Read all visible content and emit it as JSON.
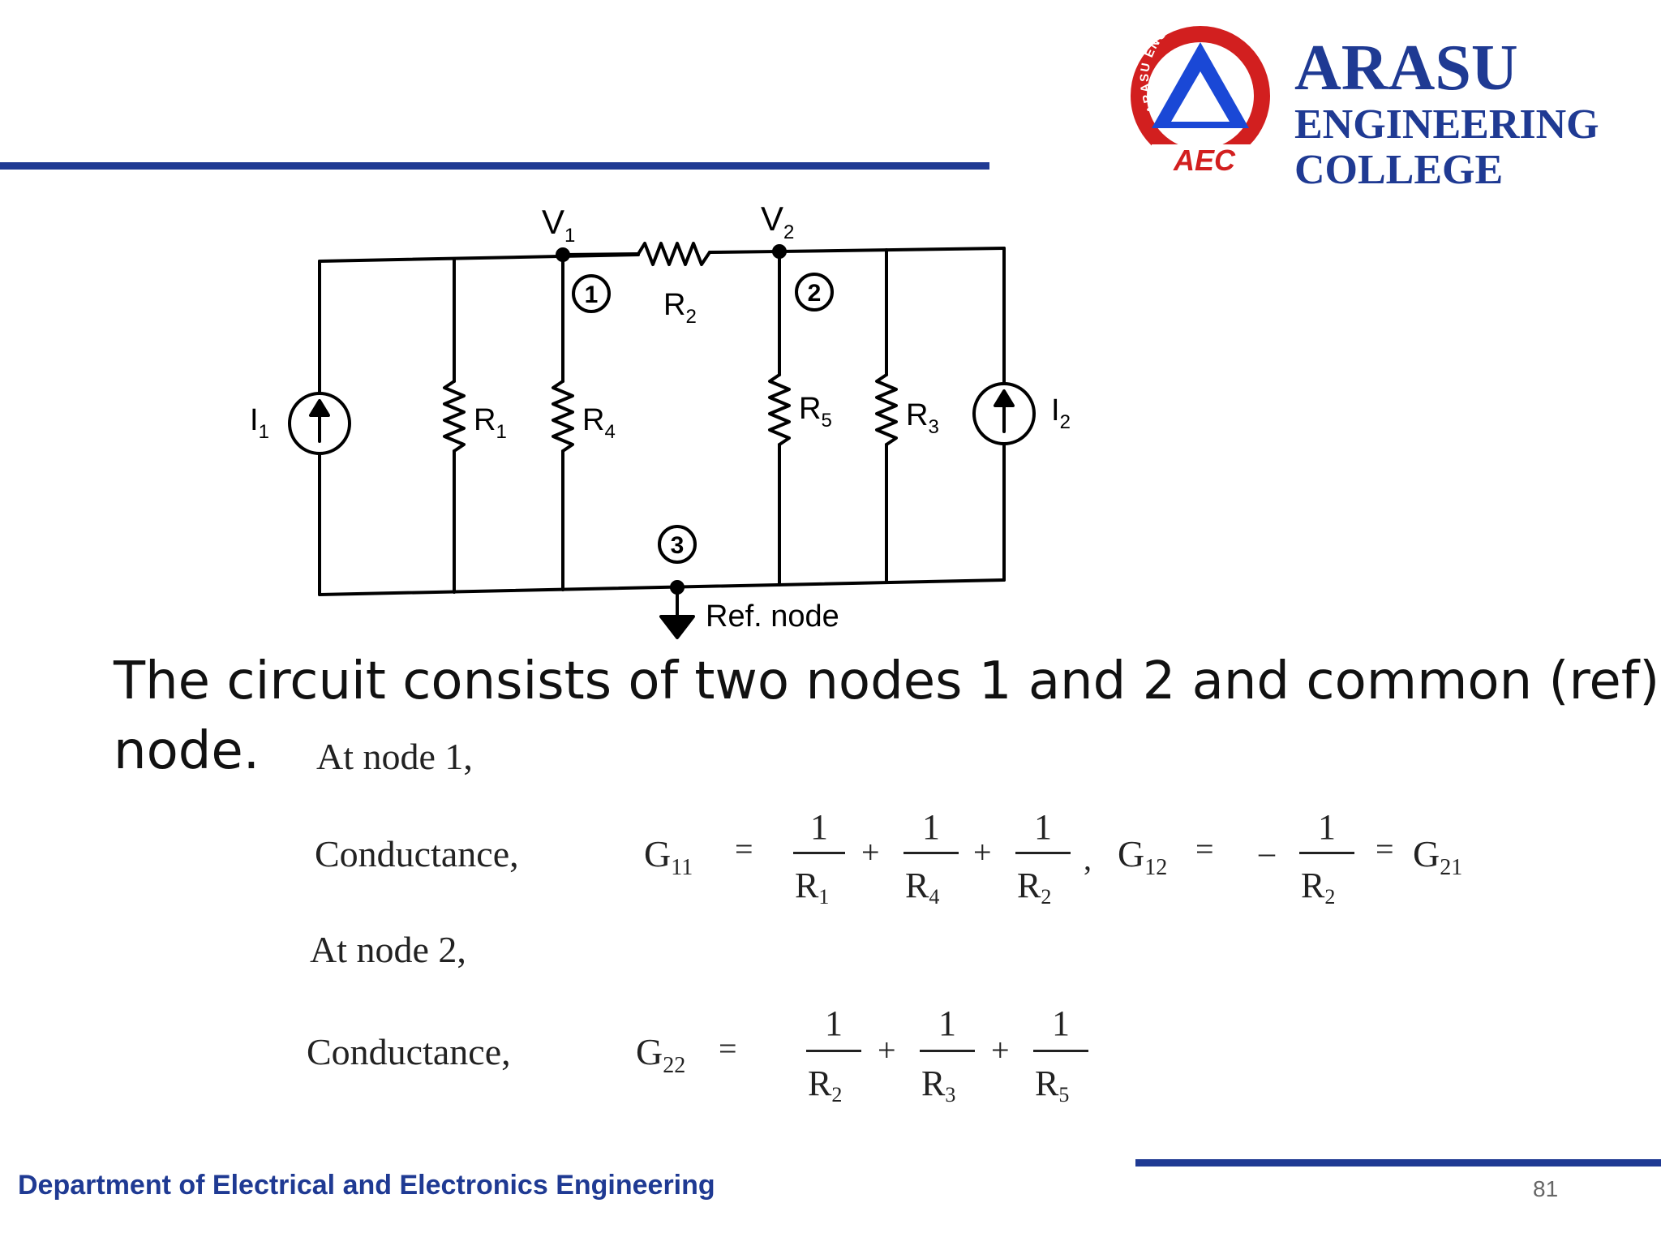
{
  "logo": {
    "name_line1": "ARASU",
    "name_line2": "ENGINEERING",
    "name_line3": "COLLEGE",
    "ring_text": "ARASU ENGINEERING COLLEGE",
    "emblem_text": "AEC",
    "colors": {
      "navy": "#1f3a93",
      "red": "#d21f1f",
      "blue": "#1a48d6"
    }
  },
  "circuit": {
    "node_labels": {
      "v1": "V",
      "v1_sub": "1",
      "v2": "V",
      "v2_sub": "2"
    },
    "node_numbers": [
      "1",
      "2",
      "3"
    ],
    "resistors": [
      {
        "label": "R",
        "sub": "1"
      },
      {
        "label": "R",
        "sub": "4"
      },
      {
        "label": "R",
        "sub": "2"
      },
      {
        "label": "R",
        "sub": "5"
      },
      {
        "label": "R",
        "sub": "3"
      }
    ],
    "sources": [
      {
        "label": "I",
        "sub": "1"
      },
      {
        "label": "I",
        "sub": "2"
      }
    ],
    "ref_label": "Ref. node"
  },
  "description": {
    "line1": "The circuit consists of two nodes 1 and 2 and common (ref)",
    "line2": "node."
  },
  "equations": {
    "node1_heading": "At node 1,",
    "node2_heading": "At node 2,",
    "conductance_label": "Conductance,",
    "g11": {
      "sym": "G",
      "sub": "11",
      "eq": "=",
      "terms": [
        {
          "num": "1",
          "den": "R",
          "den_sub": "1"
        },
        {
          "num": "1",
          "den": "R",
          "den_sub": "4"
        },
        {
          "num": "1",
          "den": "R",
          "den_sub": "2"
        }
      ]
    },
    "g12": {
      "sym": "G",
      "sub": "12",
      "eq": "=",
      "minus": "–",
      "num": "1",
      "den": "R",
      "den_sub": "2",
      "eq2": "=",
      "rhs_sym": "G",
      "rhs_sub": "21"
    },
    "g22": {
      "sym": "G",
      "sub": "22",
      "eq": "=",
      "terms": [
        {
          "num": "1",
          "den": "R",
          "den_sub": "2"
        },
        {
          "num": "1",
          "den": "R",
          "den_sub": "3"
        },
        {
          "num": "1",
          "den": "R",
          "den_sub": "5"
        }
      ]
    },
    "plus": "+",
    "comma": ","
  },
  "footer": {
    "department": "Department of Electrical and Electronics Engineering",
    "page_number": "81"
  }
}
